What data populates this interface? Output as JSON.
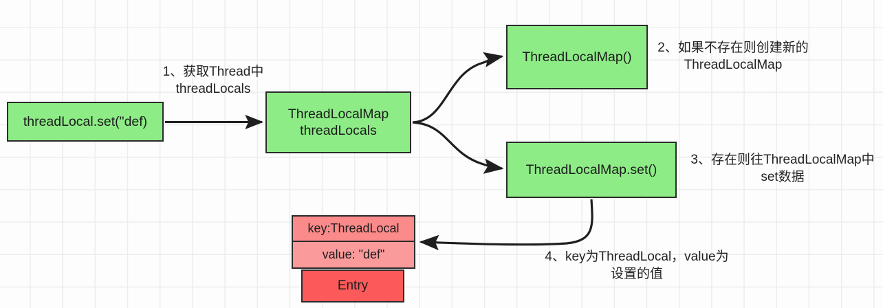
{
  "diagram": {
    "title": "ThreadLocal set flow",
    "colors": {
      "node_fill_green": "#8dec86",
      "entry_key_fill": "#fb8a8a",
      "entry_value_fill": "#fb9a9a",
      "entry_name_fill": "#fc5a5a",
      "border": "#2b2b2b",
      "grid": "#eceded",
      "background": "#fdfdfd",
      "text": "#1c1c1c"
    },
    "nodes": [
      {
        "id": "threadlocal-set",
        "label": "threadLocal.set(\"def)",
        "shape": "rectangle",
        "fill": "#8dec86"
      },
      {
        "id": "threadlocalmap-field",
        "label": "ThreadLocalMap\nthreadLocals",
        "shape": "rectangle",
        "fill": "#8dec86"
      },
      {
        "id": "threadlocalmap-ctor",
        "label": "ThreadLocalMap()",
        "shape": "rectangle",
        "fill": "#8dec86"
      },
      {
        "id": "threadlocalmap-set",
        "label": "ThreadLocalMap.set()",
        "shape": "rectangle",
        "fill": "#8dec86"
      }
    ],
    "entry": {
      "key_label": "key:ThreadLocal",
      "value_label": "value: \"def\"",
      "name_label": "Entry"
    },
    "annotations": [
      {
        "id": "1",
        "text": "1、获取Thread中\nthreadLocals"
      },
      {
        "id": "2",
        "text": "2、如果不存在则创建新的\nThreadLocalMap"
      },
      {
        "id": "3",
        "text": "3、存在则往ThreadLocalMap中\nset数据"
      },
      {
        "id": "4",
        "text": "4、key为ThreadLocal，value为\n设置的值"
      }
    ],
    "edges": [
      {
        "id": "set-to-map-field",
        "from": "threadlocal-set",
        "to": "threadlocalmap-field",
        "style": "straight"
      },
      {
        "id": "map-field-to-ctor",
        "from": "threadlocalmap-field",
        "to": "threadlocalmap-ctor",
        "style": "curve"
      },
      {
        "id": "map-field-to-set",
        "from": "threadlocalmap-field",
        "to": "threadlocalmap-set",
        "style": "curve"
      },
      {
        "id": "map-set-to-entry",
        "from": "threadlocalmap-set",
        "to": "entry",
        "style": "curve"
      }
    ]
  }
}
